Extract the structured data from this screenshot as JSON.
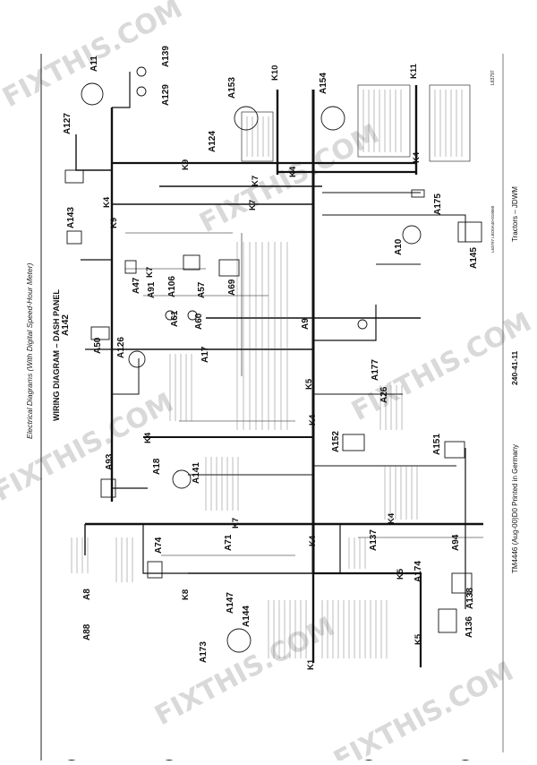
{
  "page": {
    "header_left": "Electrical Diagrams (With Digital Speed-Hour Meter)",
    "diagram_title": "WIRING DIAGRAM – DASH PANEL",
    "footer_printed": "TM4446 (Aug-00)D0 Printed in Germany",
    "footer_page": "240-41-11",
    "footer_right": "Tractors – JDWM",
    "ref_top": "L63797",
    "ref_bottom": "L63797 LBO0A40-019060",
    "watermark": "FIXTHIS.COM"
  },
  "components": [
    {
      "id": "A11",
      "label": "A11"
    },
    {
      "id": "A139",
      "label": "A139"
    },
    {
      "id": "A129",
      "label": "A129"
    },
    {
      "id": "A127",
      "label": "A127"
    },
    {
      "id": "A153",
      "label": "A153"
    },
    {
      "id": "A154",
      "label": "A154"
    },
    {
      "id": "A124",
      "label": "A124"
    },
    {
      "id": "A143",
      "label": "A143"
    },
    {
      "id": "A175",
      "label": "A175"
    },
    {
      "id": "A145",
      "label": "A145"
    },
    {
      "id": "A10",
      "label": "A10"
    },
    {
      "id": "A47",
      "label": "A47"
    },
    {
      "id": "A91",
      "label": "A91"
    },
    {
      "id": "A106",
      "label": "A106"
    },
    {
      "id": "A57",
      "label": "A57"
    },
    {
      "id": "A69",
      "label": "A69"
    },
    {
      "id": "A142",
      "label": "A142"
    },
    {
      "id": "A61",
      "label": "A61"
    },
    {
      "id": "A60",
      "label": "A60"
    },
    {
      "id": "A50",
      "label": "A50"
    },
    {
      "id": "A126",
      "label": "A126"
    },
    {
      "id": "A17",
      "label": "A17"
    },
    {
      "id": "A9",
      "label": "A9"
    },
    {
      "id": "A177",
      "label": "A177"
    },
    {
      "id": "A26",
      "label": "A26"
    },
    {
      "id": "A152",
      "label": "A152"
    },
    {
      "id": "A151",
      "label": "A151"
    },
    {
      "id": "A93",
      "label": "A93"
    },
    {
      "id": "A18",
      "label": "A18"
    },
    {
      "id": "A141",
      "label": "A141"
    },
    {
      "id": "A94",
      "label": "A94"
    },
    {
      "id": "A8",
      "label": "A8"
    },
    {
      "id": "A74",
      "label": "A74"
    },
    {
      "id": "A71",
      "label": "A71"
    },
    {
      "id": "A137",
      "label": "A137"
    },
    {
      "id": "A174",
      "label": "A174"
    },
    {
      "id": "A138",
      "label": "A138"
    },
    {
      "id": "A88",
      "label": "A88"
    },
    {
      "id": "A147",
      "label": "A147"
    },
    {
      "id": "A144",
      "label": "A144"
    },
    {
      "id": "A136",
      "label": "A136"
    },
    {
      "id": "A173",
      "label": "A173"
    }
  ],
  "connectors": [
    "K10",
    "K11",
    "K9",
    "K4",
    "K7",
    "K5",
    "K1",
    "K8"
  ]
}
